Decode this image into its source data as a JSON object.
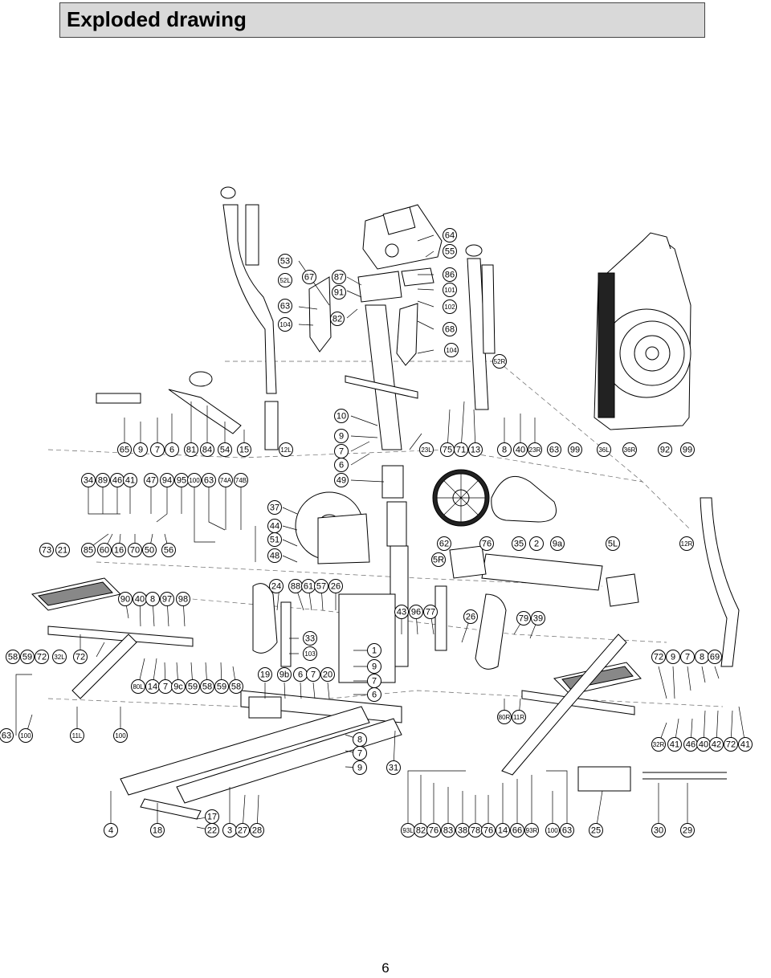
{
  "header": {
    "title": "Exploded drawing"
  },
  "footer": {
    "page_number": "6"
  },
  "callouts": [
    "53",
    "52L",
    "67",
    "87",
    "91",
    "63",
    "104",
    "82",
    "64",
    "55",
    "86",
    "101",
    "102",
    "68",
    "104",
    "52R",
    "10",
    "9",
    "7",
    "6",
    "49",
    "65",
    "9",
    "7",
    "6",
    "81",
    "84",
    "54",
    "15",
    "12L",
    "23L",
    "75",
    "71",
    "13",
    "8",
    "40",
    "23R",
    "63",
    "99",
    "36L",
    "36R",
    "92",
    "99",
    "34",
    "89",
    "46",
    "41",
    "47",
    "94",
    "95",
    "100",
    "63",
    "74A",
    "74B",
    "37",
    "44",
    "51",
    "48",
    "62",
    "5R",
    "76",
    "35",
    "2",
    "9a",
    "5L",
    "12R",
    "73",
    "21",
    "85",
    "60",
    "16",
    "70",
    "50",
    "56",
    "24",
    "88",
    "61",
    "57",
    "26",
    "90",
    "40",
    "8",
    "97",
    "98",
    "43",
    "96",
    "77",
    "26",
    "79",
    "39",
    "33",
    "103",
    "58",
    "59",
    "72",
    "32L",
    "72",
    "1",
    "9",
    "7",
    "6",
    "19",
    "9b",
    "6",
    "7",
    "20",
    "80L",
    "14",
    "7",
    "9c",
    "59",
    "58",
    "59",
    "58",
    "72",
    "9",
    "7",
    "8",
    "69",
    "80R",
    "11R",
    "63",
    "100",
    "11L",
    "100",
    "8",
    "7",
    "9",
    "31",
    "32R",
    "41",
    "46",
    "40",
    "42",
    "72",
    "41",
    "4",
    "18",
    "17",
    "22",
    "3",
    "27",
    "28",
    "93L",
    "82",
    "76",
    "83",
    "38",
    "78",
    "76",
    "14",
    "66",
    "93R",
    "100",
    "63",
    "25",
    "30",
    "29"
  ]
}
